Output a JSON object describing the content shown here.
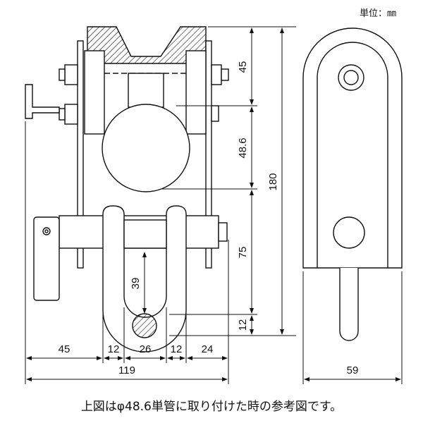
{
  "unit_label": "単位：㎜",
  "caption": "上図はφ48.6単管に取り付けた時の参考図です。",
  "dimensions": {
    "side_height_top": "45",
    "side_height_pipe": "48.6",
    "side_height_lower": "75",
    "side_height_bottom": "12",
    "total_height": "180",
    "shackle_inner": "39",
    "width_left": "45",
    "width_pin_left": "12",
    "width_center": "26",
    "width_pin_right": "12",
    "width_right": "24",
    "total_width": "119",
    "front_width": "59"
  }
}
